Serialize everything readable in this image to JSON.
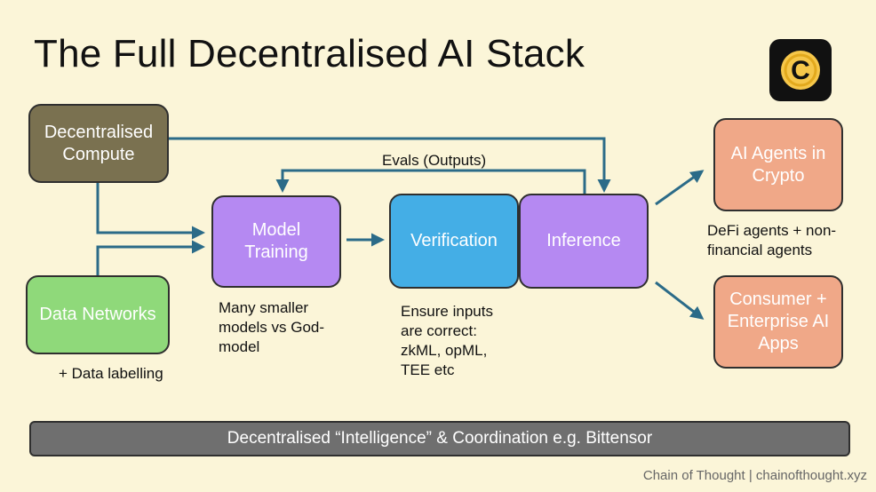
{
  "title": "The Full Decentralised AI Stack",
  "nodes": {
    "compute": "Decentralised\nCompute",
    "data_networks": "Data Networks",
    "model_training": "Model\nTraining",
    "verification": "Verification",
    "inference": "Inference",
    "ai_agents": "AI Agents in\nCrypto",
    "consumer_apps": "Consumer +\nEnterprise AI\nApps"
  },
  "labels": {
    "evals": "Evals (Outputs)",
    "data_labelling": "+ Data labelling",
    "model_note": "Many smaller\nmodels vs God-\nmodel",
    "verification_note": "Ensure inputs\nare correct:\nzkML, opML,\nTEE etc",
    "agents_note": "DeFi agents + non-\nfinancial agents"
  },
  "bottom_bar": "Decentralised “Intelligence” & Coordination e.g. Bittensor",
  "footer": "Chain of Thought | chainofthought.xyz",
  "logo": {
    "letter": "C",
    "icon": "chain-of-thought-logo-icon"
  },
  "colors": {
    "background": "#fbf5d8",
    "compute": "#7a7150",
    "data_networks": "#8fd97a",
    "model_training": "#b589f2",
    "verification": "#44aee6",
    "inference": "#b589f2",
    "outputs": "#f0a888",
    "arrows": "#2b6b88",
    "bar": "#6f6f6f"
  }
}
